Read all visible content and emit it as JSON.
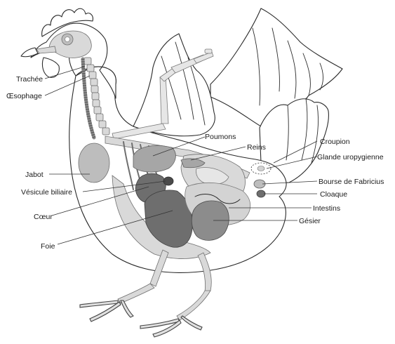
{
  "labels": {
    "trachee": "Trachée",
    "oesophage": "Œsophage",
    "jabot": "Jabot",
    "vesicule": "Vésicule biliaire",
    "coeur": "Cœur",
    "foie": "Foie",
    "poumons": "Poumons",
    "reins": "Reins",
    "croupion": "Croupion",
    "glande": "Glande uropygienne",
    "bourse": "Bourse de Fabricius",
    "cloaque": "Cloaque",
    "intestins": "Intestins",
    "gesier": "Gésier"
  },
  "colors": {
    "outline": "#2a2a2a",
    "bone": "#d9d9d9",
    "organ_light": "#bdbdbd",
    "organ_mid": "#a6a6a6",
    "organ_dark": "#6e6e6e",
    "organ_darker": "#4a4a4a"
  }
}
